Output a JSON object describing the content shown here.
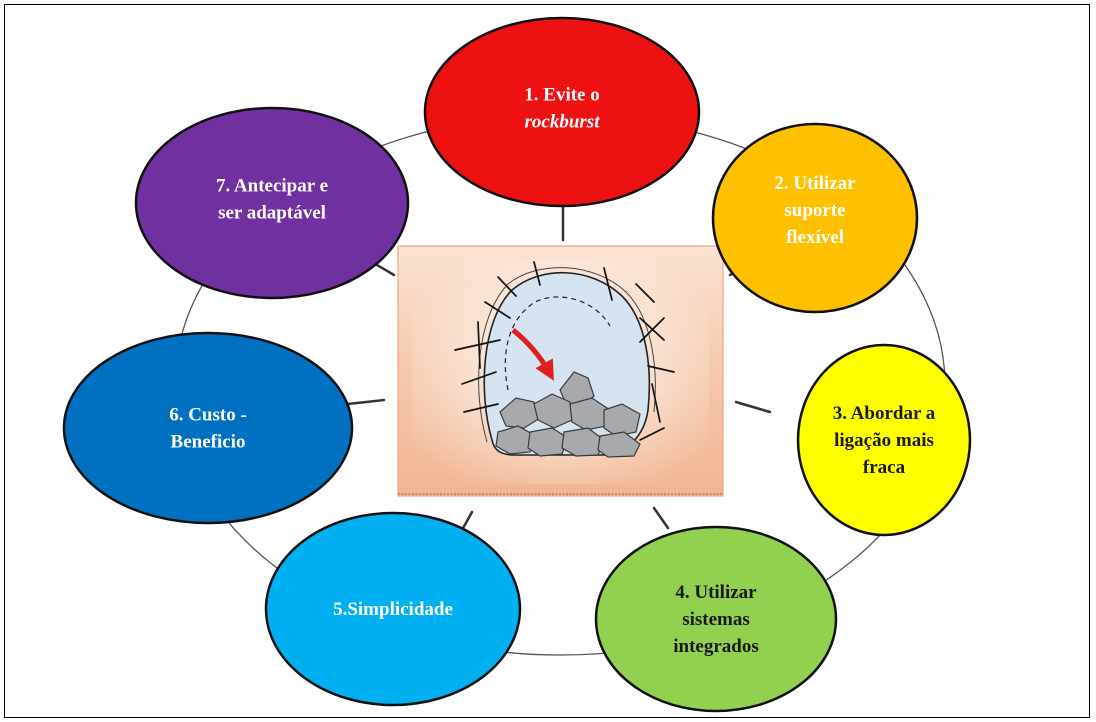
{
  "diagram": {
    "title": "",
    "center_image": "rockburst-tunnel-illustration",
    "nodes": [
      {
        "id": "n1",
        "lines": [
          "1. Evite o",
          "rockburst"
        ],
        "italic_lines": [
          1
        ],
        "fill": "#ee1111",
        "text_color": "#ffffff"
      },
      {
        "id": "n2",
        "lines": [
          "2. Utilizar",
          "suporte",
          "flexível"
        ],
        "italic_lines": [],
        "fill": "#ffc000",
        "text_color": "#ffffff"
      },
      {
        "id": "n3",
        "lines": [
          "3. Abordar a",
          "ligação mais",
          "fraca"
        ],
        "italic_lines": [],
        "fill": "#ffff00",
        "text_color": "#1a1a1a"
      },
      {
        "id": "n4",
        "lines": [
          "4. Utilizar",
          "sistemas",
          "integrados"
        ],
        "italic_lines": [],
        "fill": "#92d050",
        "text_color": "#1a1a1a"
      },
      {
        "id": "n5",
        "lines": [
          "5.Simplicidade"
        ],
        "italic_lines": [],
        "fill": "#00b0f0",
        "text_color": "#ffffff"
      },
      {
        "id": "n6",
        "lines": [
          "6. Custo -",
          "Beneficio"
        ],
        "italic_lines": [],
        "fill": "#0070c0",
        "text_color": "#ffffff"
      },
      {
        "id": "n7",
        "lines": [
          "7. Antecipar e",
          "ser adaptável"
        ],
        "italic_lines": [],
        "fill": "#7030a0",
        "text_color": "#ffffff"
      }
    ]
  }
}
